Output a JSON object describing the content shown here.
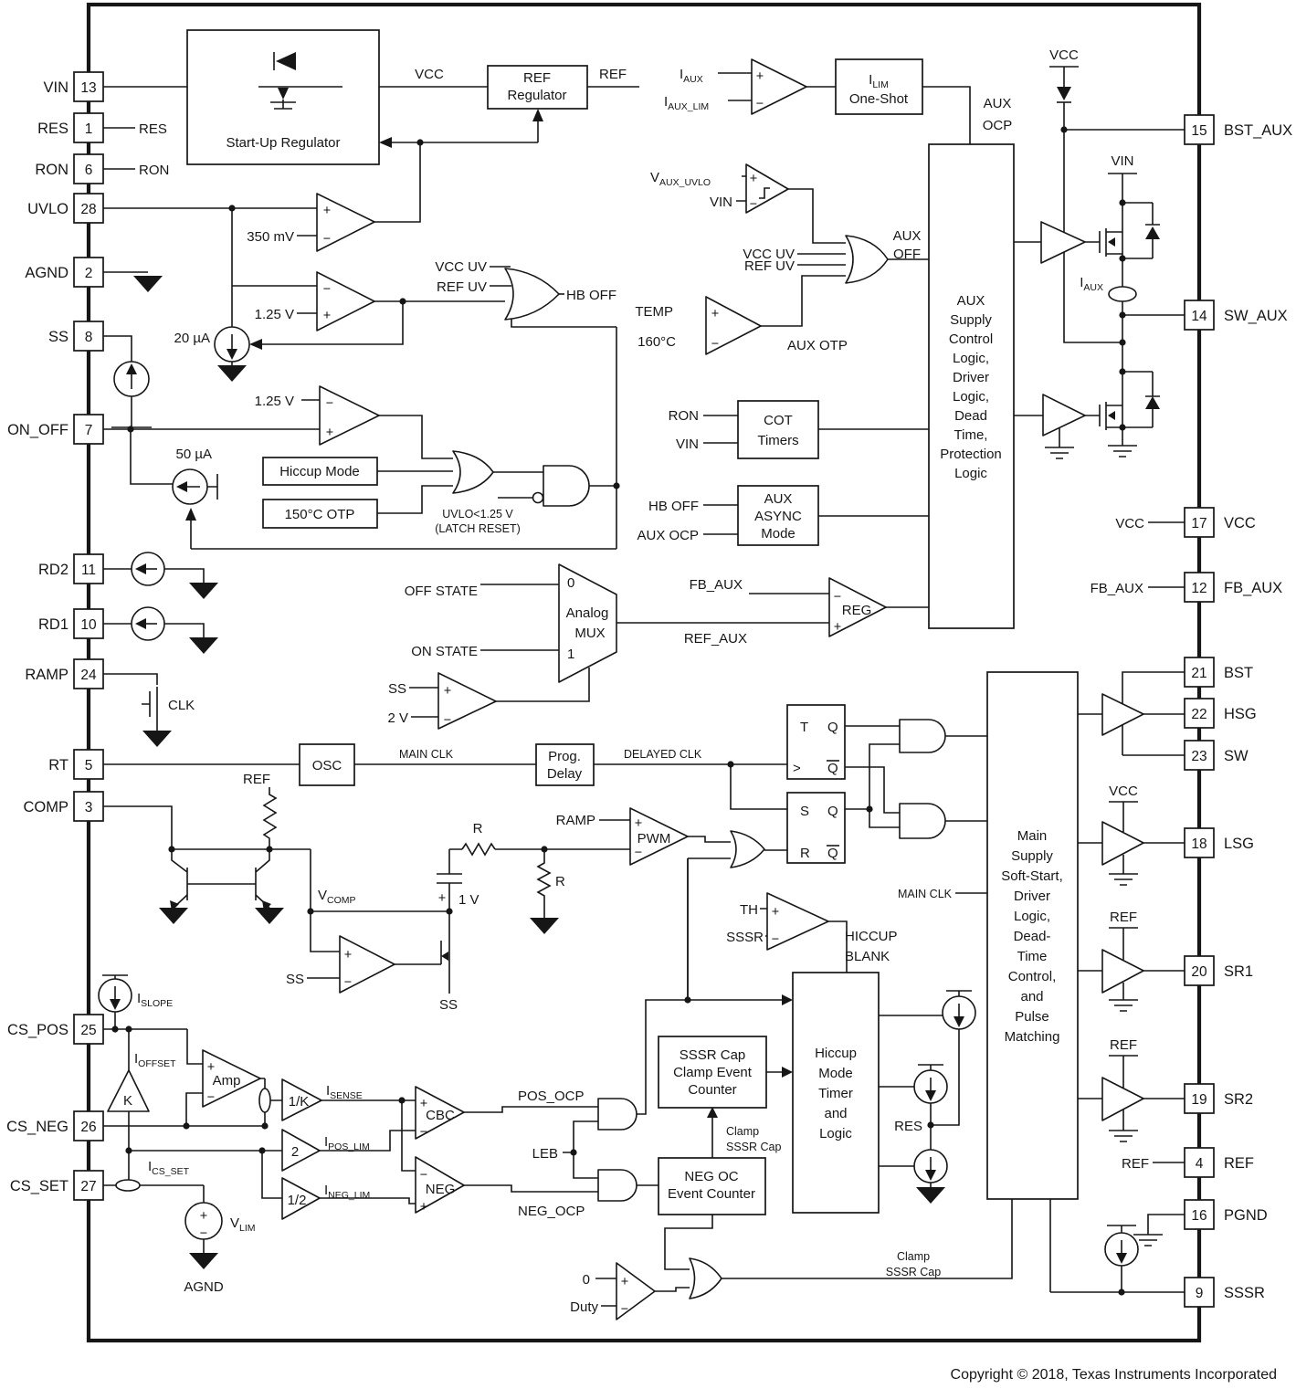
{
  "copyright": "Copyright © 2018, Texas Instruments Incorporated",
  "pins": {
    "left": [
      {
        "name": "VIN",
        "num": "13"
      },
      {
        "name": "RES",
        "num": "1"
      },
      {
        "name": "RON",
        "num": "6"
      },
      {
        "name": "UVLO",
        "num": "28"
      },
      {
        "name": "AGND",
        "num": "2"
      },
      {
        "name": "SS",
        "num": "8"
      },
      {
        "name": "ON_OFF",
        "num": "7"
      },
      {
        "name": "RD2",
        "num": "11"
      },
      {
        "name": "RD1",
        "num": "10"
      },
      {
        "name": "RAMP",
        "num": "24"
      },
      {
        "name": "RT",
        "num": "5"
      },
      {
        "name": "COMP",
        "num": "3"
      },
      {
        "name": "CS_POS",
        "num": "25"
      },
      {
        "name": "CS_NEG",
        "num": "26"
      },
      {
        "name": "CS_SET",
        "num": "27"
      }
    ],
    "right": [
      {
        "name": "BST_AUX",
        "num": "15"
      },
      {
        "name": "SW_AUX",
        "num": "14"
      },
      {
        "name": "VCC",
        "num": "17"
      },
      {
        "name": "FB_AUX",
        "num": "12"
      },
      {
        "name": "BST",
        "num": "21"
      },
      {
        "name": "HSG",
        "num": "22"
      },
      {
        "name": "SW",
        "num": "23"
      },
      {
        "name": "LSG",
        "num": "18"
      },
      {
        "name": "SR1",
        "num": "20"
      },
      {
        "name": "SR2",
        "num": "19"
      },
      {
        "name": "REF",
        "num": "4"
      },
      {
        "name": "PGND",
        "num": "16"
      },
      {
        "name": "SSSR",
        "num": "9"
      }
    ]
  },
  "blocks": {
    "startup": "Start-Up Regulator",
    "refreg": [
      "REF",
      "Regulator"
    ],
    "auxsupply": [
      "AUX",
      "Supply",
      "Control",
      "Logic,",
      "Driver",
      "Logic,",
      "Dead",
      "Time,",
      "Protection",
      "Logic"
    ],
    "cot": [
      "COT",
      "Timers"
    ],
    "async": [
      "AUX",
      "ASYNC",
      "Mode"
    ],
    "hiccupbox": "Hiccup Mode",
    "otpbox": "150°C OTP",
    "osc": "OSC",
    "prog": [
      "Prog.",
      "Delay"
    ],
    "mux": {
      "in0": "0",
      "in1": "1",
      "l1": "Analog",
      "l2": "MUX"
    },
    "ssrcnt": [
      "SSSR Cap",
      "Clamp Event",
      "Counter"
    ],
    "negcnt": [
      "NEG OC",
      "Event Counter"
    ],
    "hictimer": [
      "Hiccup",
      "Mode",
      "Timer",
      "and",
      "Logic"
    ],
    "mainsupply": [
      "Main",
      "Supply",
      "Soft-Start,",
      "Driver",
      "Logic,",
      "Dead-",
      "Time",
      "Control,",
      "and",
      "Pulse",
      "Matching"
    ]
  },
  "labels": {
    "vcc": "VCC",
    "ref": "REF",
    "res": "RES",
    "ron": "RON",
    "vin": "VIN",
    "clk": "CLK",
    "mv350": "350 mV",
    "v125": "1.25 V",
    "ua20": "20 µA",
    "ua50": "50 µA",
    "vccuv": "VCC UV",
    "refuv": "REF UV",
    "hboff": "HB OFF",
    "latch1": "UVLO<1.25 V",
    "latch2": "(LATCH RESET)",
    "temp": "TEMP",
    "c160": "160°C",
    "auxotp": "AUX OTP",
    "aux": "AUX",
    "ocp": "OCP",
    "off": "OFF",
    "auxocp": "AUX OCP",
    "offstate": "OFF STATE",
    "onstate": "ON STATE",
    "fbaux": "FB_AUX",
    "refaux": "REF_AUX",
    "reg": "REG",
    "ss": "SS",
    "v2": "2 V",
    "mainclk": "MAIN CLK",
    "delayedclk": "DELAYED CLK",
    "ramp": "RAMP",
    "pwm": "PWM",
    "t": "T",
    "q": "Q",
    "s": "S",
    "rff": "R",
    "gt": ">",
    "th": "TH",
    "sssr": "SSSR",
    "hic1": "HICCUP",
    "hic2": "BLANK",
    "v1": "1 V",
    "r": "R",
    "agnd": "AGND",
    "posocp": "POS_OCP",
    "leb": "LEB",
    "negocp": "NEG_OCP",
    "clamp1": "Clamp",
    "clamp2": "SSSR Cap",
    "zero": "0",
    "duty": "Duty",
    "k": "K",
    "amp": "Amp",
    "invk": "1/K",
    "two": "2",
    "half": "1/2",
    "cbc": "CBC",
    "neg": "NEG",
    "plus": "+",
    "minus": "−",
    "resnet": "RES",
    "oneshot": "One-Shot"
  },
  "subs": {
    "iaux": {
      "m": "I",
      "s": "AUX"
    },
    "iauxlim": {
      "m": "I",
      "s": "AUX_LIM"
    },
    "vauxuvlo": {
      "m": "V",
      "s": "AUX_UVLO"
    },
    "ilim": {
      "m": "I",
      "s": "LIM"
    },
    "vcomp": {
      "m": "V",
      "s": "COMP"
    },
    "islope": {
      "m": "I",
      "s": "SLOPE"
    },
    "ioffset": {
      "m": "I",
      "s": "OFFSET"
    },
    "isense": {
      "m": "I",
      "s": "SENSE"
    },
    "iposlim": {
      "m": "I",
      "s": "POS_LIM"
    },
    "ineglim": {
      "m": "I",
      "s": "NEG_LIM"
    },
    "icsset": {
      "m": "I",
      "s": "CS_SET"
    },
    "vlim": {
      "m": "V",
      "s": "LIM"
    }
  }
}
